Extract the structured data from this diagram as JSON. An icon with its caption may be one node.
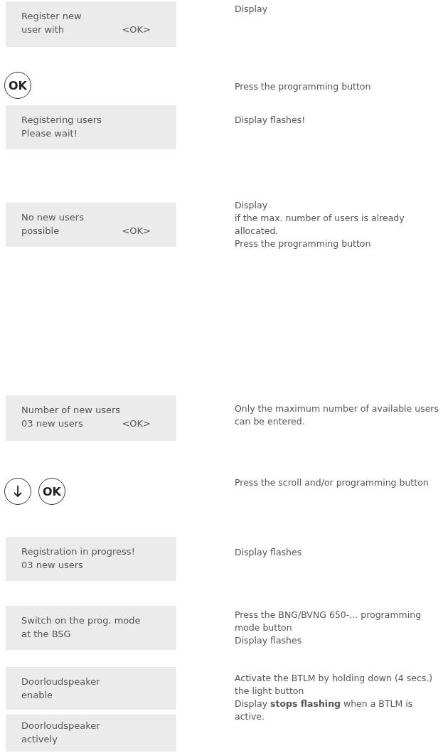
{
  "diagram": {
    "nodes": [
      {
        "text": [
          "Register new",
          "user with",
          "<OK>"
        ]
      },
      {
        "text": [
          "OK"
        ]
      },
      {
        "text": [
          "Registering users",
          "Please wait!"
        ]
      },
      {
        "text": [
          "No new users",
          "possible",
          "<OK>"
        ]
      },
      {
        "text": [
          "Number of new users",
          "03 new users",
          "<OK>"
        ]
      },
      {
        "text": [],
        "shape": "circle"
      },
      {
        "text": [
          "OK"
        ]
      },
      {
        "text": [
          "Registration in progress!",
          "03 new users"
        ]
      },
      {
        "text": [
          "Switch on the prog. mode",
          "at the BSG"
        ]
      },
      {
        "text": [
          "Doorloudspeaker",
          "enable"
        ]
      },
      {
        "text": [
          "Doorloudspeaker",
          "actively"
        ]
      }
    ],
    "labels": [
      "Display",
      "Press the programming button",
      "Display flashes!",
      "Display",
      "if the max. number of users is already allocated.",
      "Press the programming button",
      "Only the maximum number of available users can be entered.",
      "Press the scroll and/or programming button",
      "Display flashes",
      "Press the BNG/BVNG 650-... programming mode button",
      "Display flashes",
      "Activate the BTLM by holding down (4 secs.) the light button",
      "Display **stops flashing** when a BTLM is active."
    ]
  }
}
